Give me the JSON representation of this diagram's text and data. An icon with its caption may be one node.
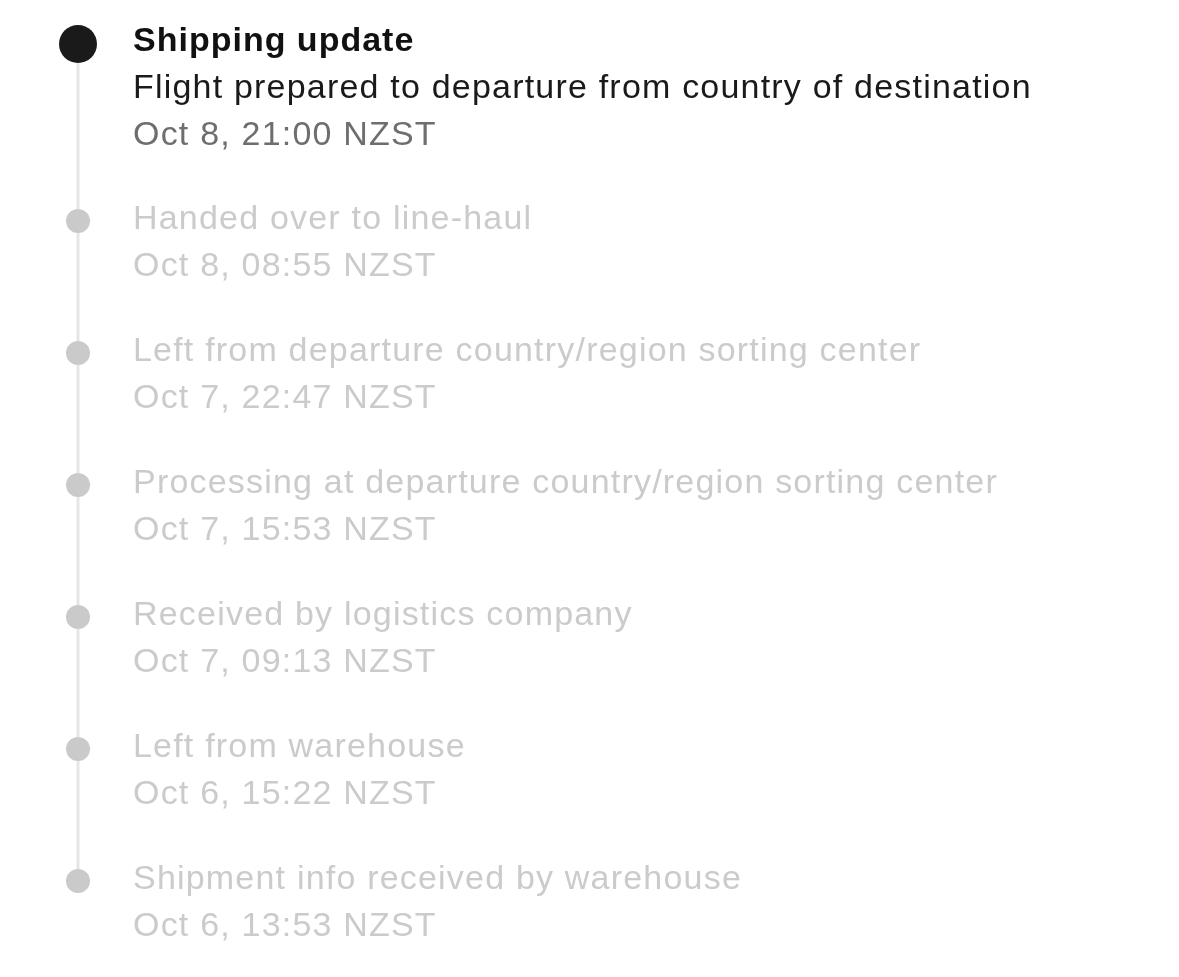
{
  "diagram": {
    "nodes": [
      {
        "text": [],
        "shape": "circle",
        "beside": [
          "Shipping update",
          "Flight prepared to departure from country of destination",
          "Oct 8, 21:00 NZST"
        ]
      },
      {
        "text": [],
        "shape": "circle",
        "beside": [
          "Handed over to line-haul",
          "Oct 8, 08:55 NZST"
        ]
      },
      {
        "text": [],
        "shape": "circle",
        "beside": [
          "Left from departure country/region sorting center",
          "Oct 7, 22:47 NZST"
        ]
      },
      {
        "text": [],
        "shape": "circle",
        "beside": [
          "Processing at departure country/region sorting center",
          "Oct 7, 15:53 NZST"
        ]
      },
      {
        "text": [],
        "shape": "circle",
        "beside": [
          "Received by logistics company",
          "Oct 7, 09:13 NZST"
        ]
      },
      {
        "text": [],
        "shape": "circle",
        "beside": [
          "Left from warehouse",
          "Oct 6, 15:22 NZST"
        ]
      },
      {
        "text": [],
        "shape": "circle",
        "beside": [
          "Shipment info received by warehouse",
          "Oct 6, 13:53 NZST"
        ]
      }
    ],
    "edges": [
      {
        "from": 0,
        "to": 1,
        "arrow": "none"
      },
      {
        "from": 1,
        "to": 2,
        "arrow": "none"
      },
      {
        "from": 2,
        "to": 3,
        "arrow": "none"
      },
      {
        "from": 3,
        "to": 4,
        "arrow": "none"
      },
      {
        "from": 4,
        "to": 5,
        "arrow": "none"
      },
      {
        "from": 5,
        "to": 6,
        "arrow": "none"
      }
    ]
  }
}
